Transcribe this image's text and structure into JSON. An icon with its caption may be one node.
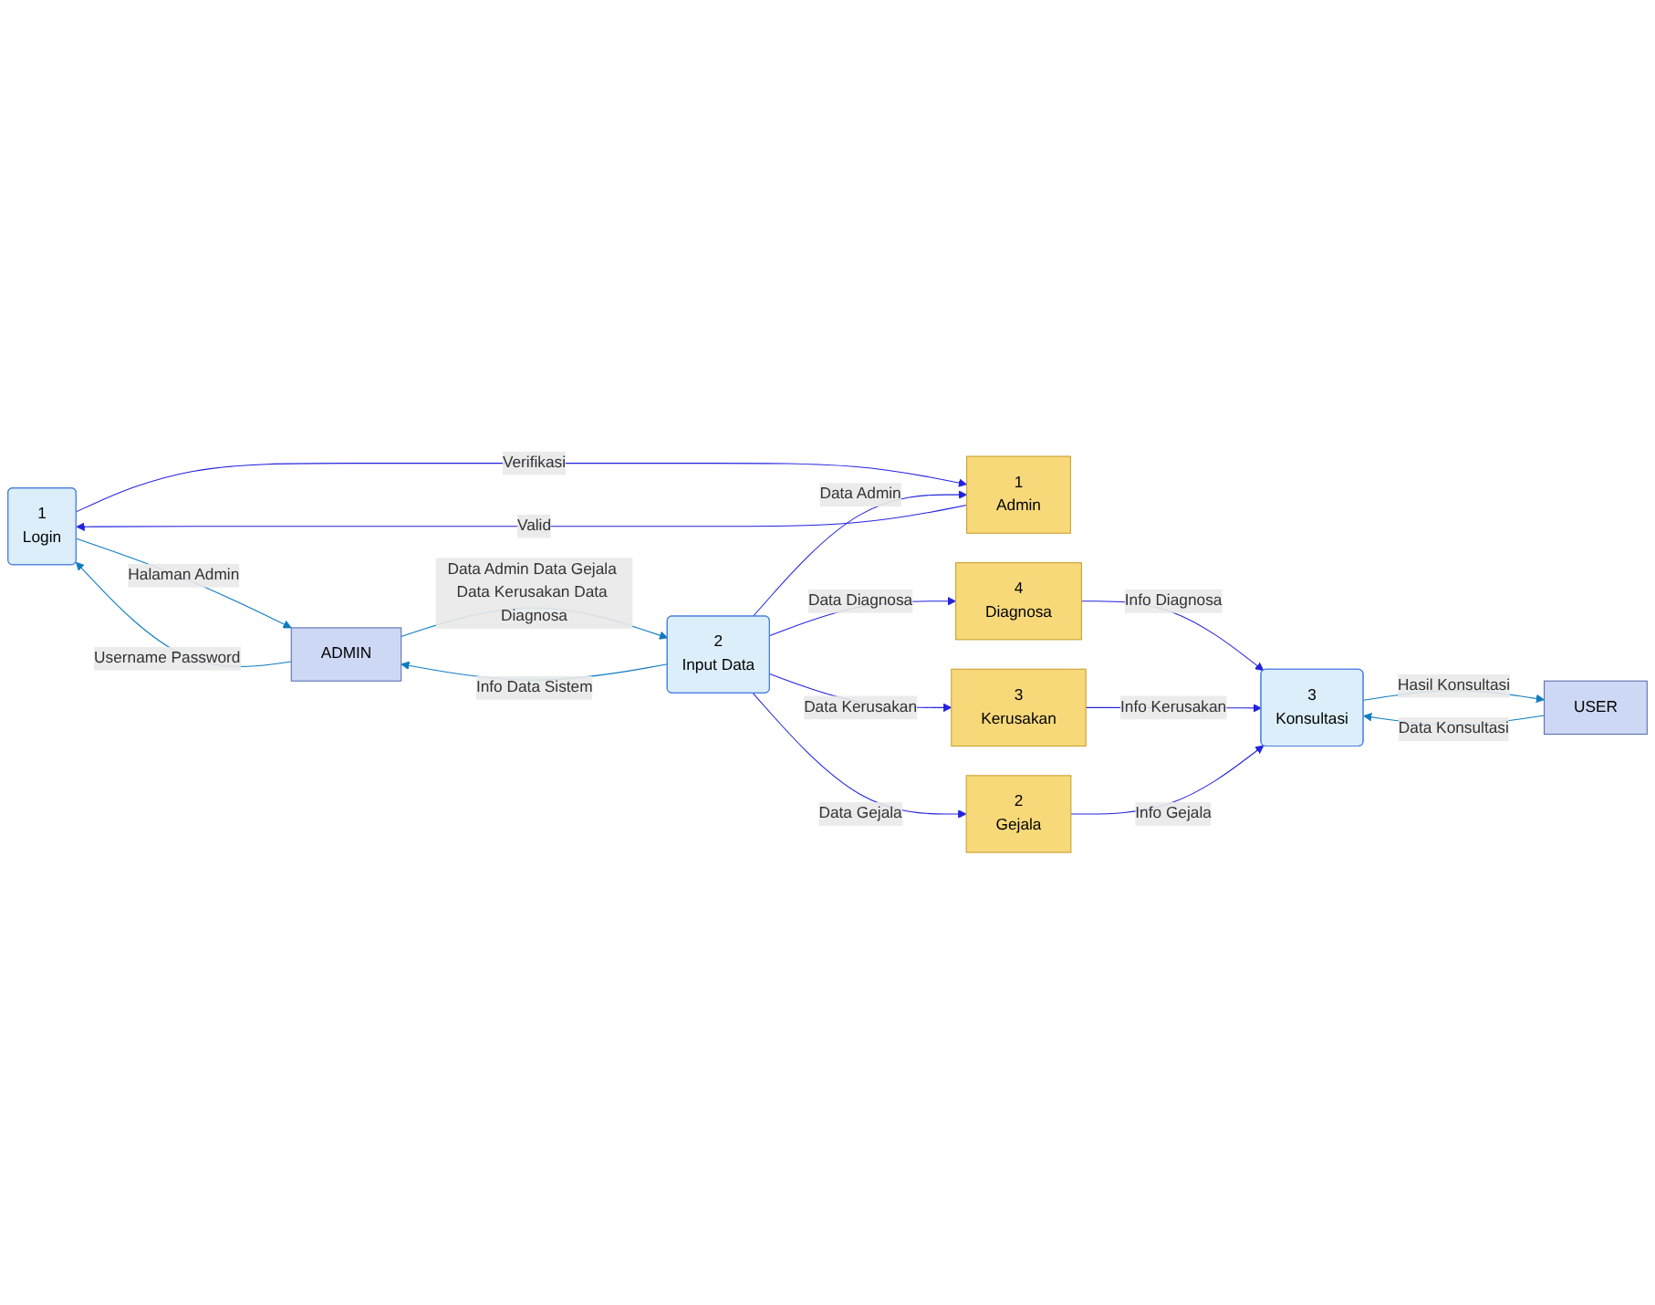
{
  "diagram": {
    "nodes": [
      {
        "text": [
          "1",
          "Login"
        ]
      },
      {
        "text": [
          "2",
          "Input Data"
        ]
      },
      {
        "text": [
          "3",
          "Konsultasi"
        ]
      },
      {
        "text": [
          "ADMIN"
        ]
      },
      {
        "text": [
          "USER"
        ]
      },
      {
        "text": [
          "1",
          "Admin"
        ]
      },
      {
        "text": [
          "2",
          "Gejala"
        ]
      },
      {
        "text": [
          "3",
          "Kerusakan"
        ]
      },
      {
        "text": [
          "4",
          "Diagnosa"
        ]
      }
    ],
    "edges": [
      {
        "from": 3,
        "to": 0,
        "arrow": "to",
        "label": "Username Password",
        "color": "#0e7cc0"
      },
      {
        "from": 0,
        "to": 3,
        "arrow": "to",
        "label": "Halaman Admin",
        "color": "#0e7cc0"
      },
      {
        "from": 0,
        "to": 5,
        "arrow": "to",
        "label": "Verifikasi"
      },
      {
        "from": 5,
        "to": 0,
        "arrow": "to",
        "label": "Valid"
      },
      {
        "from": 3,
        "to": 1,
        "arrow": "to",
        "label": "Data Admin Data Gejala Data Kerusakan Data Diagnosa",
        "color": "#0e7cc0"
      },
      {
        "from": 1,
        "to": 3,
        "arrow": "to",
        "label": "Info Data Sistem",
        "color": "#0e7cc0"
      },
      {
        "from": 1,
        "to": 5,
        "arrow": "to",
        "label": "Data Admin"
      },
      {
        "from": 1,
        "to": 6,
        "arrow": "to",
        "label": "Data Gejala"
      },
      {
        "from": 1,
        "to": 7,
        "arrow": "to",
        "label": "Data Kerusakan"
      },
      {
        "from": 1,
        "to": 8,
        "arrow": "to",
        "label": "Data Diagnosa"
      },
      {
        "from": 4,
        "to": 2,
        "arrow": "to",
        "label": "Data Konsultasi",
        "color": "#0e7cc0"
      },
      {
        "from": 2,
        "to": 4,
        "arrow": "to",
        "label": "Hasil Konsultasi",
        "color": "#0e7cc0"
      },
      {
        "from": 8,
        "to": 2,
        "arrow": "to",
        "label": "Info Diagnosa"
      },
      {
        "from": 7,
        "to": 2,
        "arrow": "to",
        "label": "Info Kerusakan"
      },
      {
        "from": 6,
        "to": 2,
        "arrow": "to",
        "label": "Info Gejala"
      }
    ]
  }
}
